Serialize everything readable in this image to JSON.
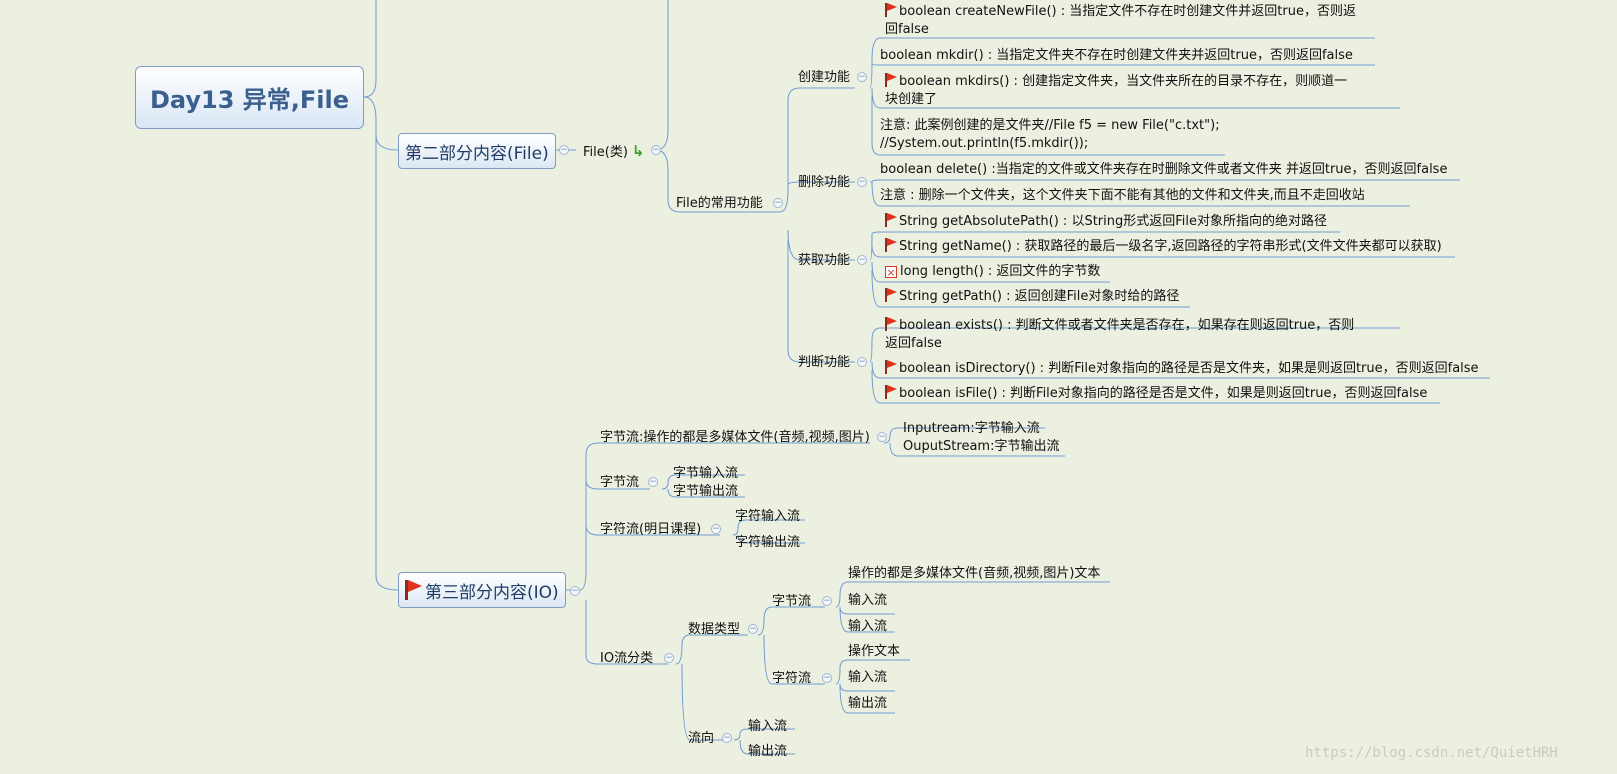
{
  "root": "Day13 异常,File",
  "part2": {
    "label": "第二部分内容(File)",
    "file_class": "File(类)",
    "common": "File的常用功能",
    "create": {
      "label": "创建功能",
      "items": [
        "boolean createNewFile() : 当指定文件不存在时创建文件并返回true，否则返回false",
        "boolean mkdir()  : 当指定文件夹不存在时创建文件夹并返回true，否则返回false",
        "boolean mkdirs() : 创建指定文件夹，当文件夹所在的目录不存在，则顺道一块创建了",
        "注意: 此案例创建的是文件夹//File f5 = new File(\"c.txt\");",
        "//System.out.println(f5.mkdir());"
      ]
    },
    "delete": {
      "label": "删除功能",
      "items": [
        "boolean delete() :当指定的文件或文件夹存在时删除文件或者文件夹 并返回true，否则返回false",
        "注意 : 删除一个文件夹，这个文件夹下面不能有其他的文件和文件夹,而且不走回收站"
      ]
    },
    "get": {
      "label": "获取功能",
      "items": [
        "String getAbsolutePath() : 以String形式返回File对象所指向的绝对路径",
        "String getName() : 获取路径的最后一级名字,返回路径的字符串形式(文件文件夹都可以获取)",
        "long length() : 返回文件的字节数",
        "String getPath() : 返回创建File对象时给的路径"
      ]
    },
    "judge": {
      "label": "判断功能",
      "items": [
        "boolean exists() : 判断文件或者文件夹是否存在，如果存在则返回true，否则返回false",
        "boolean isDirectory()  : 判断File对象指向的路径是否是文件夹，如果是则返回true，否则返回false",
        "boolean isFile()  : 判断File对象指向的路径是否是文件，如果是则返回true，否则返回false"
      ]
    }
  },
  "part3": {
    "label": "第三部分内容(IO)",
    "byte_stream_media": "字节流:操作的都是多媒体文件(音频,视频,图片)",
    "input_stream": "Inputream:字节输入流",
    "output_stream": "OuputStream:字节输出流",
    "byte_stream": "字节流",
    "byte_in": "字节输入流",
    "byte_out": "字节输出流",
    "char_stream_tomorrow": "字符流(明日课程)",
    "char_in": "字符输入流",
    "char_out": "字符输出流",
    "io_class": "IO流分类",
    "data_type": "数据类型",
    "dt_byte": "字节流",
    "dt_byte_desc": "操作的都是多媒体文件(音频,视频,图片)文本",
    "dt_byte_in": "输入流",
    "dt_byte_out": "输入流",
    "dt_char": "字符流",
    "dt_char_desc": "操作文本",
    "dt_char_in": "输入流",
    "dt_char_out": "输出流",
    "direction": "流向",
    "dir_in": "输入流",
    "dir_out": "输出流"
  },
  "watermark": "https://blog.csdn.net/QuietHRH",
  "colors": {
    "line": "#6F9AD3",
    "background": "#ECF0E0",
    "flag": "#E0301E"
  }
}
